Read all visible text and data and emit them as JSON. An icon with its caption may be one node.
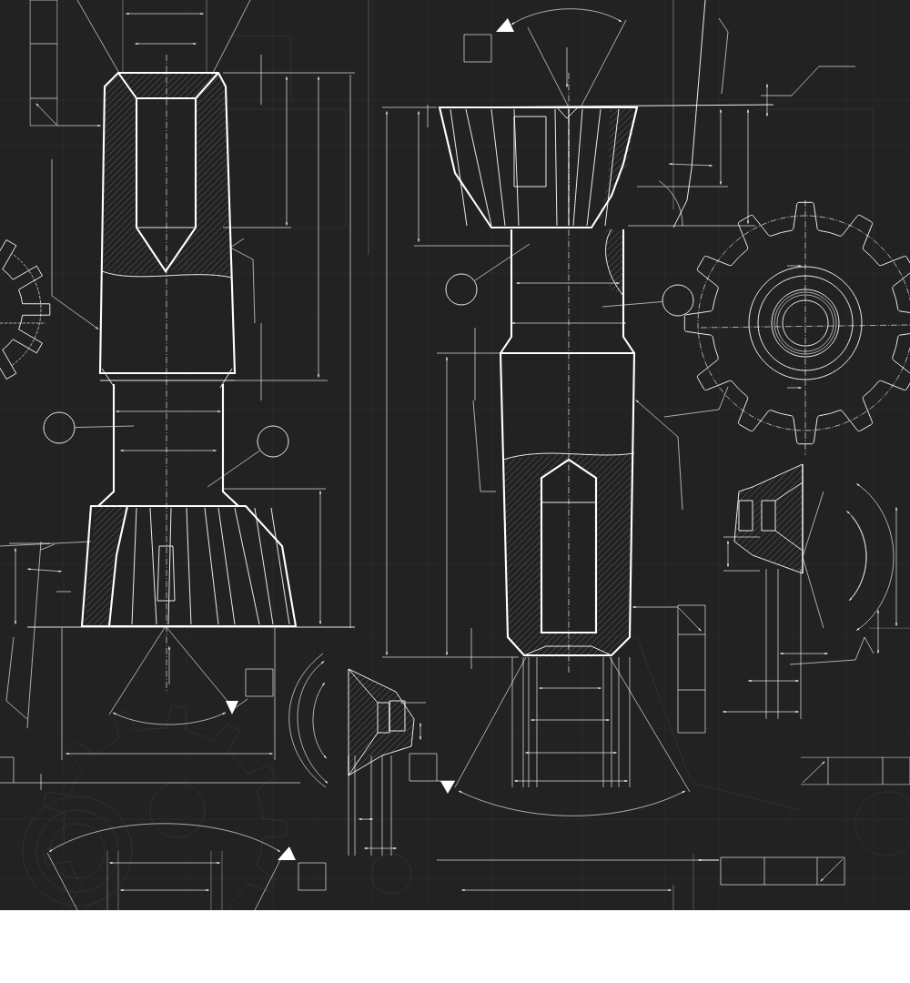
{
  "diagram": {
    "nodes": [
      {
        "text": [],
        "shape": "circle"
      },
      {
        "text": [],
        "shape": "circle"
      },
      {
        "text": [],
        "shape": "circle"
      },
      {
        "text": [],
        "shape": "circle"
      }
    ],
    "edges": [
      {
        "from": 0,
        "to": null,
        "arrow": "none"
      },
      {
        "from": 1,
        "to": null,
        "arrow": "none"
      },
      {
        "from": 2,
        "to": null,
        "arrow": "none"
      },
      {
        "from": 3,
        "to": null,
        "arrow": "none"
      }
    ]
  }
}
